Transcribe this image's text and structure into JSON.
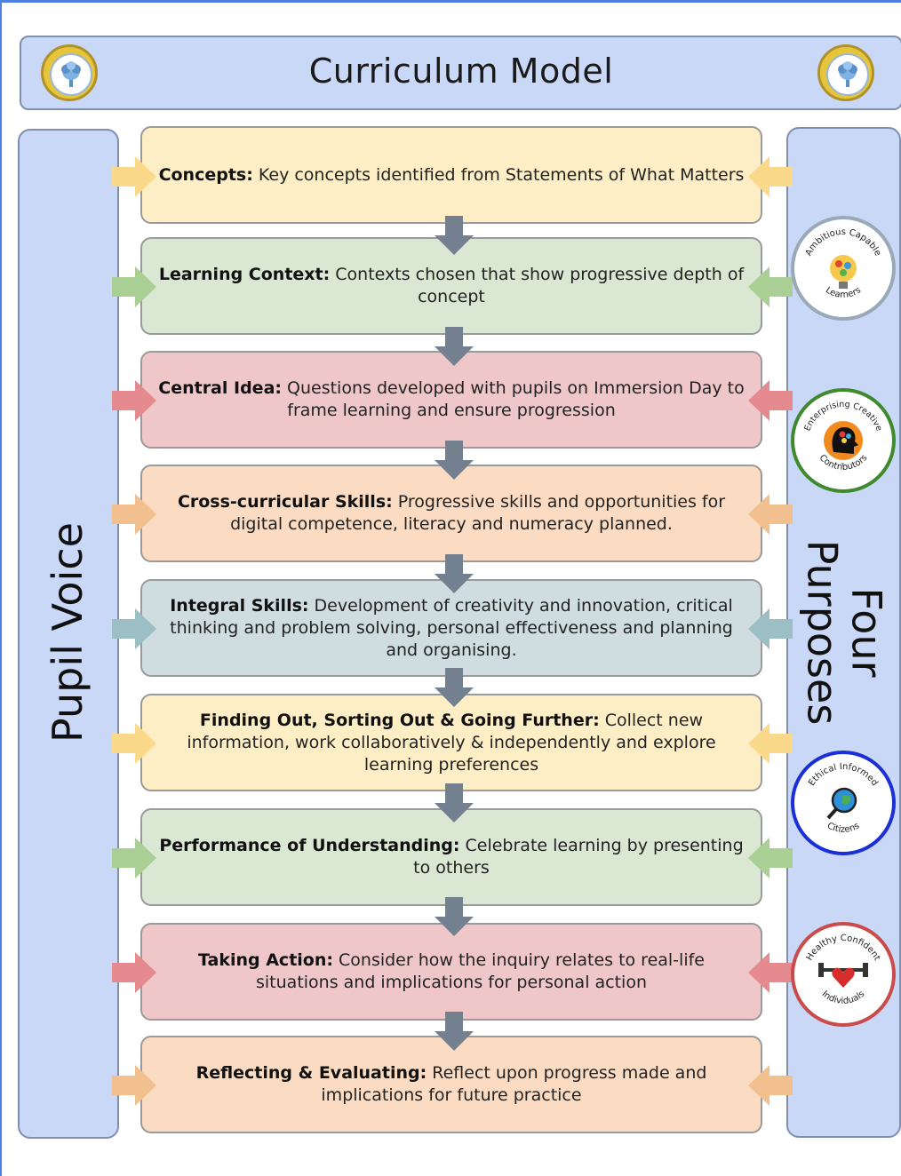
{
  "title": "Curriculum Model",
  "left_label": "Pupil Voice",
  "right_label_line1": "Four",
  "right_label_line2": "Purposes",
  "colors": {
    "yellow": "#fdeec6",
    "yellow_arrow": "#fbd98a",
    "green": "#d9e7d3",
    "green_arrow": "#a9cf95",
    "red": "#efc7c9",
    "red_arrow": "#e58a8f",
    "orange": "#fbdcc2",
    "orange_arrow": "#f2c08f",
    "teal": "#cfdde1",
    "teal_arrow": "#9bbfc4",
    "down_arrow": "#73808f",
    "sidebar": "#c9d8f7"
  },
  "steps": [
    {
      "heading": "Concepts:",
      "text": " Key concepts identified from Statements of What Matters",
      "color": "yellow"
    },
    {
      "heading": "Learning Context:",
      "text": " Contexts chosen that show progressive depth of concept",
      "color": "green"
    },
    {
      "heading": "Central Idea:",
      "text": " Questions developed with pupils on Immersion Day to frame learning and ensure progression",
      "color": "red"
    },
    {
      "heading": "Cross-curricular Skills:",
      "text": " Progressive skills and opportunities for digital competence, literacy and numeracy planned.",
      "color": "orange"
    },
    {
      "heading": "Integral Skills:",
      "text": " Development of creativity and innovation, critical thinking and problem solving, personal effectiveness and planning and organising.",
      "color": "teal"
    },
    {
      "heading": "Finding Out, Sorting Out & Going Further:",
      "text": " Collect new information, work collaboratively & independently and explore learning preferences",
      "color": "yellow"
    },
    {
      "heading": "Performance of Understanding:",
      "text": " Celebrate learning by presenting to others",
      "color": "green"
    },
    {
      "heading": "Taking Action:",
      "text": " Consider how the inquiry relates to real-life situations and implications for personal action",
      "color": "red"
    },
    {
      "heading": "Reflecting & Evaluating:",
      "text": " Reflect upon progress made and implications for future practice",
      "color": "orange"
    }
  ],
  "purposes": [
    {
      "top": "Ambitious Capable",
      "bottom": "Learners",
      "ring": "#9aa9b8",
      "icon": "lightbulb-icon"
    },
    {
      "top": "Enterprising Creative",
      "bottom": "Contributors",
      "ring": "#3f8a2e",
      "icon": "head-icon"
    },
    {
      "top": "Ethical Informed",
      "bottom": "Citizens",
      "ring": "#1b2fd6",
      "icon": "globe-icon"
    },
    {
      "top": "Healthy Confident",
      "bottom": "Individuals",
      "ring": "#c94b4b",
      "icon": "heart-weight-icon"
    }
  ]
}
